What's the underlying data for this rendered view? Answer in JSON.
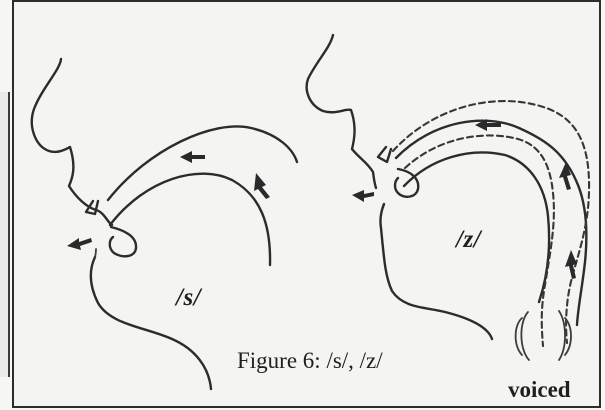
{
  "diagram": {
    "label_s": "/s/",
    "label_z": "/z/",
    "caption": "Figure 6: /s/, /z/",
    "voiced_label": "voiced"
  },
  "colors": {
    "ink": "#2c2c2c",
    "paper": "#f4f4f2"
  }
}
